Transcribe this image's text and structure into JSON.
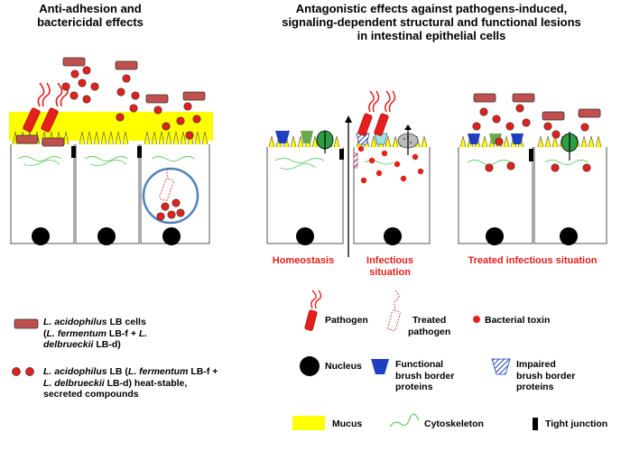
{
  "panels": {
    "left_title": [
      "Anti-adhesion and",
      "bactericidal effects"
    ],
    "right_title": [
      "Antagonistic effects against pathogens-induced,",
      "signaling-dependent structural and functional lesions",
      "in intestinal epithelial cells"
    ]
  },
  "situations": {
    "homeostasis": "Homeostasis",
    "infectious": [
      "Infectious",
      "situation"
    ],
    "treated": "Treated infectious situation"
  },
  "legend": {
    "lb_cells": {
      "line1_italic": "L. acidophilus",
      "line1_rest": " LB cells",
      "line2_pre": "(",
      "line2_italic": "L. fermentum",
      "line2_rest": " LB-f + ",
      "line2_italic2": "L.",
      "line3_italic": "delbrueckii",
      "line3_rest": " LB-d)"
    },
    "lb_compounds": {
      "line1_italic": "L. acidophilus",
      "line1_rest": " LB  (",
      "line1_italic2": "L. fermentum",
      "line1_rest2": " LB-f +",
      "line2_italic": "L. delbrueckii",
      "line2_rest": " LB-d) heat-stable,",
      "line3": "secreted compounds"
    },
    "pathogen": "Pathogen",
    "treated_pathogen": [
      "Treated",
      "pathogen"
    ],
    "bacterial_toxin": "Bacterial toxin",
    "nucleus": "Nucleus",
    "functional_proteins": [
      "Functional",
      "brush border",
      "proteins"
    ],
    "impaired_proteins": [
      "Impaired",
      "brush border",
      "proteins"
    ],
    "mucus": "Mucus",
    "cytoskeleton": "Cytoskeleton",
    "tight_junction": "Tight junction"
  },
  "colors": {
    "mucus": "#ffff00",
    "lb_bar": "#c0504d",
    "toxin": "#e3201b",
    "label_red": "#e3201b",
    "circle_outline": "#4f81bd",
    "brush_blue": "#1f3fbf",
    "cytoskeleton": "#66cc66"
  }
}
